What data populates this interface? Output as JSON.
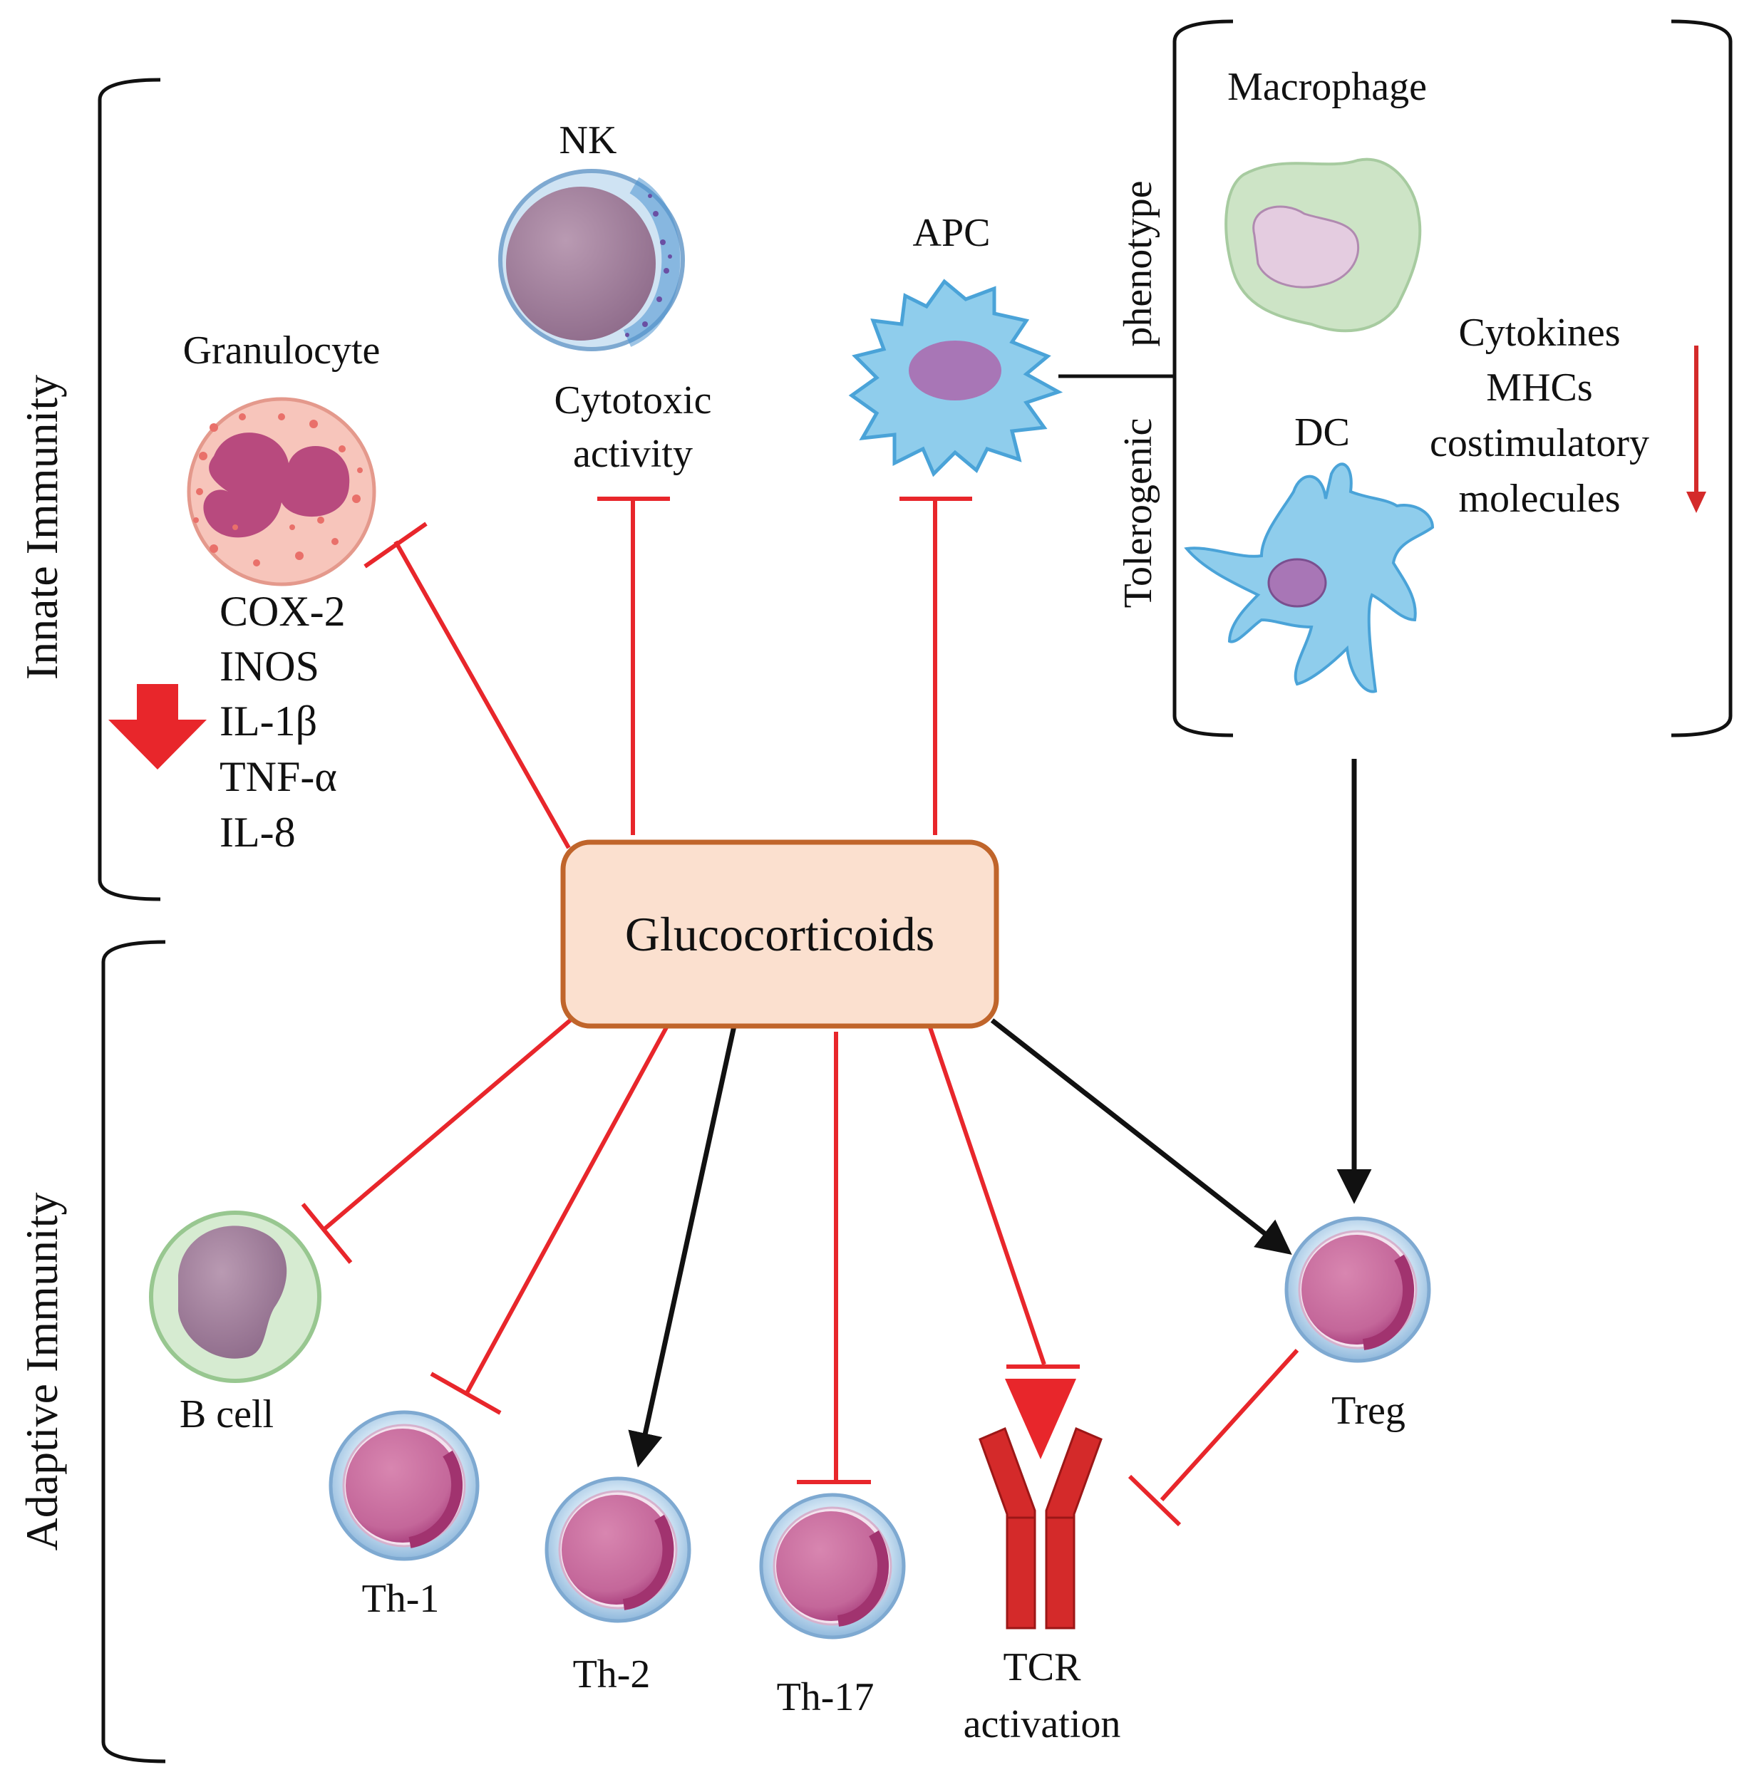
{
  "center": {
    "label": "Glucocorticoids"
  },
  "sections": {
    "innate": "Innate Immunity",
    "adaptive": "Adaptive Immunity"
  },
  "innate_cells": {
    "granulocyte": "Granulocyte",
    "nk": "NK",
    "nk_effect": [
      "Cytotoxic",
      "activity"
    ],
    "apc": "APC"
  },
  "granulocyte_markers": [
    "COX-2",
    "INOS",
    "IL-1β",
    "TNF-α",
    "IL-8"
  ],
  "apc_phenotype": {
    "label_top": "phenotype",
    "label_bottom": "Tolerogenic",
    "macrophage": "Macrophage",
    "dc": "DC",
    "reduced": [
      "Cytokines",
      "MHCs",
      "costimulatory",
      "molecules"
    ]
  },
  "adaptive_cells": {
    "b_cell": "B cell",
    "th1": "Th-1",
    "th2": "Th-2",
    "th17": "Th-17",
    "tcr": [
      "TCR",
      "activation"
    ],
    "treg": "Treg"
  },
  "colors": {
    "inhibit": "#e8262b",
    "promote": "#111111",
    "center_fill": "#fbe0cf",
    "center_border": "#c0652b",
    "down_arrow": "#e8262b",
    "tcr_receptor": "#d42a2a"
  },
  "relationships": [
    {
      "from": "Glucocorticoids",
      "to": "Granulocyte",
      "type": "inhibit"
    },
    {
      "from": "Glucocorticoids",
      "to": "NK",
      "type": "inhibit"
    },
    {
      "from": "Glucocorticoids",
      "to": "APC",
      "type": "inhibit"
    },
    {
      "from": "Glucocorticoids",
      "to": "B cell",
      "type": "inhibit"
    },
    {
      "from": "Glucocorticoids",
      "to": "Th-1",
      "type": "inhibit"
    },
    {
      "from": "Glucocorticoids",
      "to": "Th-2",
      "type": "promote"
    },
    {
      "from": "Glucocorticoids",
      "to": "Th-17",
      "type": "inhibit"
    },
    {
      "from": "Glucocorticoids",
      "to": "TCR activation",
      "type": "inhibit"
    },
    {
      "from": "Glucocorticoids",
      "to": "Treg",
      "type": "promote"
    },
    {
      "from": "Tolerogenic APC",
      "to": "Treg",
      "type": "promote"
    },
    {
      "from": "Treg",
      "to": "TCR activation",
      "type": "inhibit"
    }
  ]
}
